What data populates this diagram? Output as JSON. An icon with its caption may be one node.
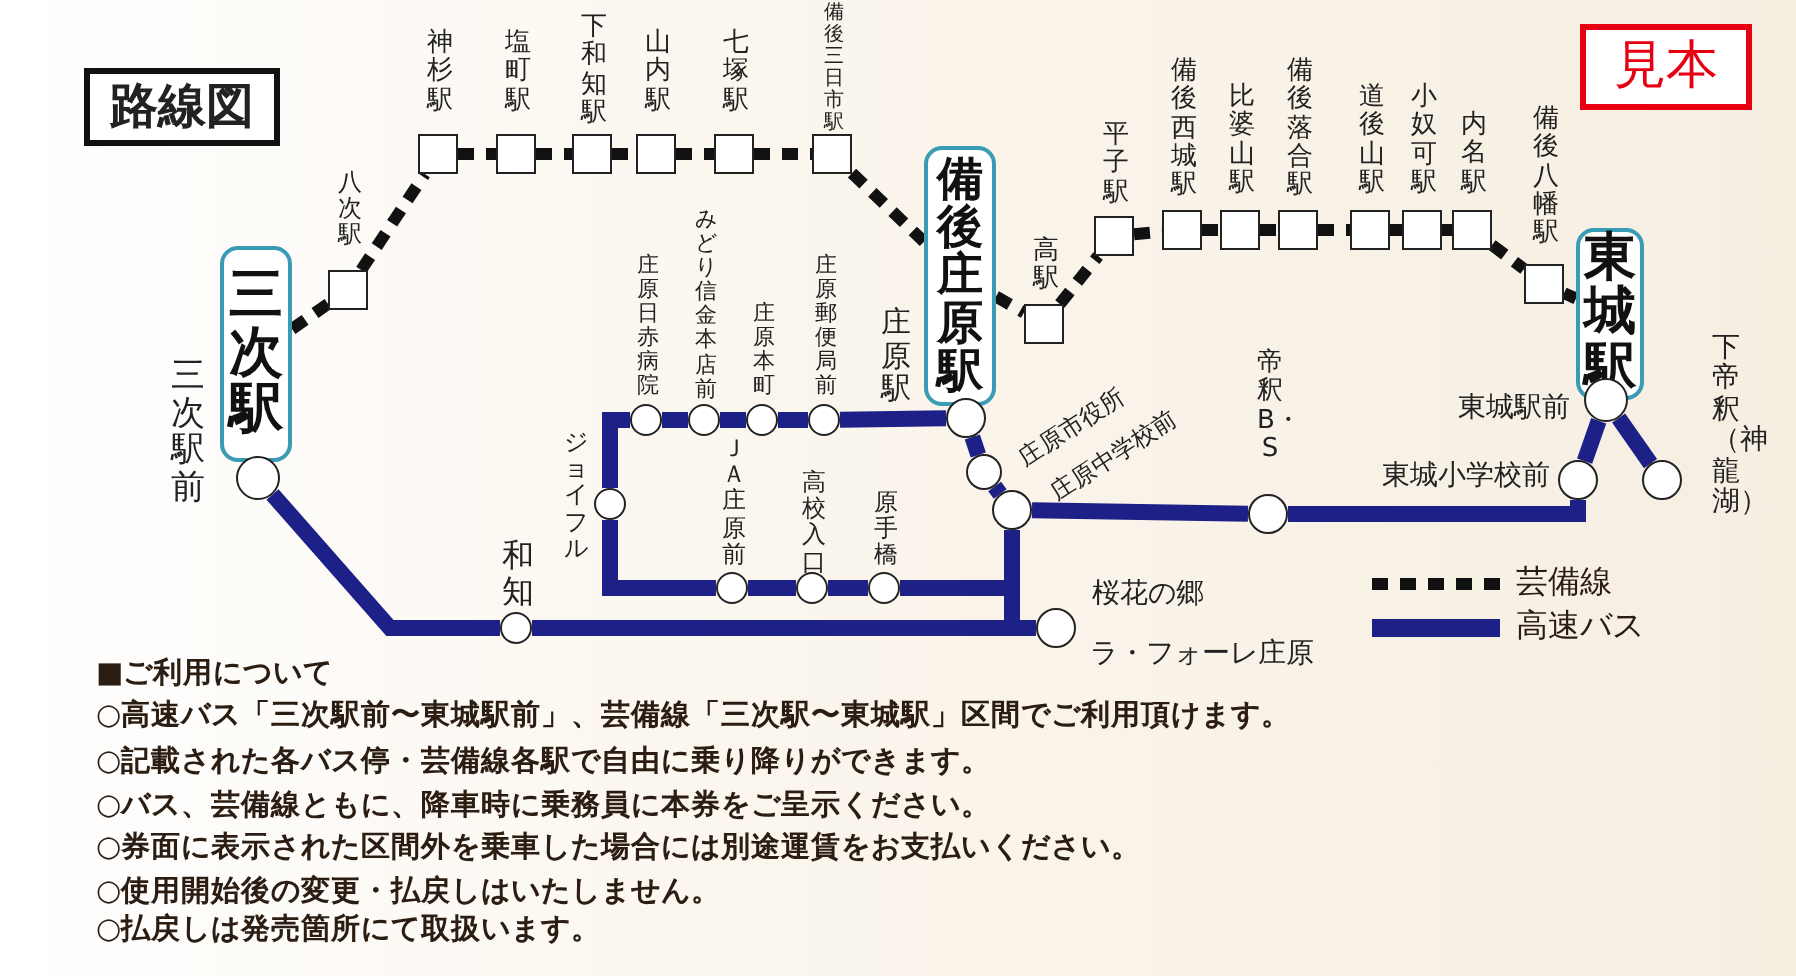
{
  "diagram": {
    "title": "路線図",
    "nodes": [
      {
        "text": [
          "三次駅"
        ]
      },
      {
        "text": [
          "八次駅"
        ]
      },
      {
        "text": [
          "神杉駅"
        ]
      },
      {
        "text": [
          "塩町駅"
        ]
      },
      {
        "text": [
          "下和知駅"
        ]
      },
      {
        "text": [
          "山内駅"
        ]
      },
      {
        "text": [
          "七塚駅"
        ]
      },
      {
        "text": [
          "備後三日市駅"
        ]
      },
      {
        "text": [
          "備後庄原駅"
        ]
      },
      {
        "text": [
          "高駅"
        ]
      },
      {
        "text": [
          "平子駅"
        ]
      },
      {
        "text": [
          "備後西城駅"
        ]
      },
      {
        "text": [
          "比婆山駅"
        ]
      },
      {
        "text": [
          "備後落合駅"
        ]
      },
      {
        "text": [
          "道後山駅"
        ]
      },
      {
        "text": [
          "小奴可駅"
        ]
      },
      {
        "text": [
          "内名駅"
        ]
      },
      {
        "text": [
          "備後八幡駅"
        ]
      },
      {
        "text": [
          "東城駅"
        ]
      },
      {
        "text": [
          "三次駅前"
        ]
      },
      {
        "text": [
          "和知"
        ]
      },
      {
        "text": [
          "ジョイフル"
        ]
      },
      {
        "text": [
          "庄原日赤病院"
        ]
      },
      {
        "text": [
          "みどり信金本店前"
        ]
      },
      {
        "text": [
          "庄原本町"
        ]
      },
      {
        "text": [
          "庄原郵便局前"
        ]
      },
      {
        "text": [
          "庄原駅"
        ]
      },
      {
        "text": [
          "庄原市役所"
        ]
      },
      {
        "text": [
          "庄原中学校前"
        ]
      },
      {
        "text": [
          "帝釈B・S"
        ]
      },
      {
        "text": [
          "東城小学校前"
        ]
      },
      {
        "text": [
          "東城駅前"
        ]
      },
      {
        "text": [
          "下帝釈（神龍湖）"
        ]
      },
      {
        "text": [
          "ＪＡ庄原前"
        ]
      },
      {
        "text": [
          "高校入口"
        ]
      },
      {
        "text": [
          "原手橋"
        ]
      },
      {
        "text": [
          "桜花の郷",
          "ラ・フォーレ庄原"
        ]
      }
    ],
    "edges": [
      {
        "from": 0,
        "to": 1,
        "arrow": "none",
        "style": "dashed"
      },
      {
        "from": 1,
        "to": 2,
        "arrow": "none",
        "style": "dashed"
      },
      {
        "from": 2,
        "to": 3,
        "arrow": "none",
        "style": "dashed"
      },
      {
        "from": 3,
        "to": 4,
        "arrow": "none",
        "style": "dashed"
      },
      {
        "from": 4,
        "to": 5,
        "arrow": "none",
        "style": "dashed"
      },
      {
        "from": 5,
        "to": 6,
        "arrow": "none",
        "style": "dashed"
      },
      {
        "from": 6,
        "to": 7,
        "arrow": "none",
        "style": "dashed"
      },
      {
        "from": 7,
        "to": 8,
        "arrow": "none",
        "style": "dashed"
      },
      {
        "from": 8,
        "to": 9,
        "arrow": "none",
        "style": "dashed"
      },
      {
        "from": 9,
        "to": 10,
        "arrow": "none",
        "style": "dashed"
      },
      {
        "from": 10,
        "to": 11,
        "arrow": "none",
        "style": "dashed"
      },
      {
        "from": 11,
        "to": 12,
        "arrow": "none",
        "style": "dashed"
      },
      {
        "from": 12,
        "to": 13,
        "arrow": "none",
        "style": "dashed"
      },
      {
        "from": 13,
        "to": 14,
        "arrow": "none",
        "style": "dashed"
      },
      {
        "from": 14,
        "to": 15,
        "arrow": "none",
        "style": "dashed"
      },
      {
        "from": 15,
        "to": 16,
        "arrow": "none",
        "style": "dashed"
      },
      {
        "from": 16,
        "to": 17,
        "arrow": "none",
        "style": "dashed"
      },
      {
        "from": 17,
        "to": 18,
        "arrow": "none",
        "style": "dashed"
      },
      {
        "from": 19,
        "to": 20,
        "arrow": "none",
        "color": "#1d2087"
      },
      {
        "from": 20,
        "to": 36,
        "arrow": "none",
        "color": "#1d2087"
      },
      {
        "from": 21,
        "to": 22,
        "arrow": "none",
        "color": "#1d2087"
      },
      {
        "from": 21,
        "to": 33,
        "arrow": "none",
        "color": "#1d2087"
      },
      {
        "from": 22,
        "to": 23,
        "arrow": "none",
        "color": "#1d2087"
      },
      {
        "from": 23,
        "to": 24,
        "arrow": "none",
        "color": "#1d2087"
      },
      {
        "from": 24,
        "to": 25,
        "arrow": "none",
        "color": "#1d2087"
      },
      {
        "from": 25,
        "to": 26,
        "arrow": "none",
        "color": "#1d2087"
      },
      {
        "from": 26,
        "to": 27,
        "arrow": "none",
        "color": "#1d2087"
      },
      {
        "from": 27,
        "to": 28,
        "arrow": "none",
        "color": "#1d2087"
      },
      {
        "from": 33,
        "to": 34,
        "arrow": "none",
        "color": "#1d2087"
      },
      {
        "from": 34,
        "to": 35,
        "arrow": "none",
        "color": "#1d2087"
      },
      {
        "from": 35,
        "to": 28,
        "arrow": "none",
        "color": "#1d2087"
      },
      {
        "from": 28,
        "to": 36,
        "arrow": "none",
        "color": "#1d2087"
      },
      {
        "from": 28,
        "to": 29,
        "arrow": "none",
        "color": "#1d2087"
      },
      {
        "from": 29,
        "to": 30,
        "arrow": "none",
        "color": "#1d2087"
      },
      {
        "from": 30,
        "to": 31,
        "arrow": "none",
        "color": "#1d2087"
      },
      {
        "from": 31,
        "to": 32,
        "arrow": "none",
        "color": "#1d2087"
      }
    ],
    "labels": [
      "見本",
      "■ご利用について",
      "○高速バス「三次駅前〜東城駅前」、芸備線「三次駅〜東城駅」区間でご利用頂けます。",
      "○記載された各バス停・芸備線各駅で自由に乗り降りができます。",
      "○バス、芸備線ともに、降車時に乗務員に本券をご呈示ください。",
      "○券面に表示された区間外を乗車した場合には別途運賃をお支払いください。",
      "○使用開始後の変更・払戻しはいたしません。",
      "○払戻しは発売箇所にて取扱います。"
    ],
    "legend": [
      {
        "text": "芸備線"
      },
      {
        "text": "高速バス"
      }
    ]
  }
}
